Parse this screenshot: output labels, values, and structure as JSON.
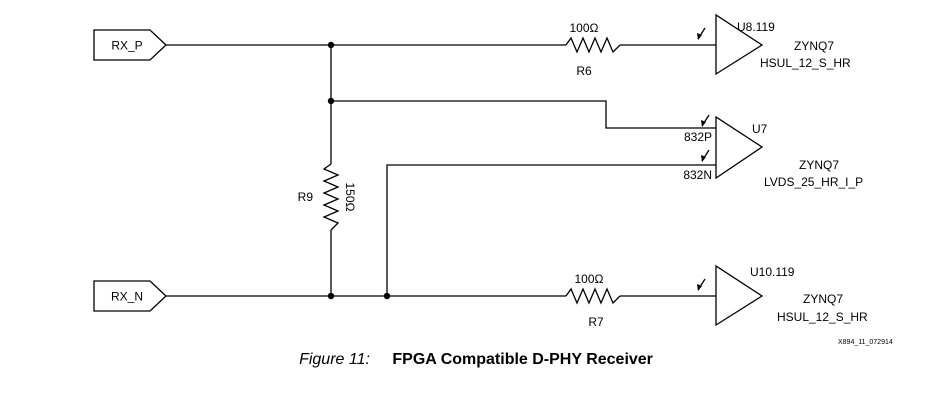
{
  "ports": {
    "rx_p": "RX_P",
    "rx_n": "RX_N"
  },
  "resistors": {
    "r6": {
      "ref": "R6",
      "value": "100Ω"
    },
    "r7": {
      "ref": "R7",
      "value": "100Ω"
    },
    "r9": {
      "ref": "R9",
      "value": "150Ω"
    }
  },
  "buffers": {
    "u8": {
      "ref": "U8.119",
      "part": "ZYNQ7",
      "standard": "HSUL_12_S_HR"
    },
    "u7": {
      "ref": "U7",
      "part": "ZYNQ7",
      "standard": "LVDS_25_HR_I_P",
      "pin_p": "832P",
      "pin_n": "832N"
    },
    "u10": {
      "ref": "U10.119",
      "part": "ZYNQ7",
      "standard": "HSUL_12_S_HR"
    }
  },
  "figure_id": "X894_11_072914",
  "caption": {
    "label": "Figure 11:",
    "title": "FPGA Compatible D-PHY Receiver"
  }
}
